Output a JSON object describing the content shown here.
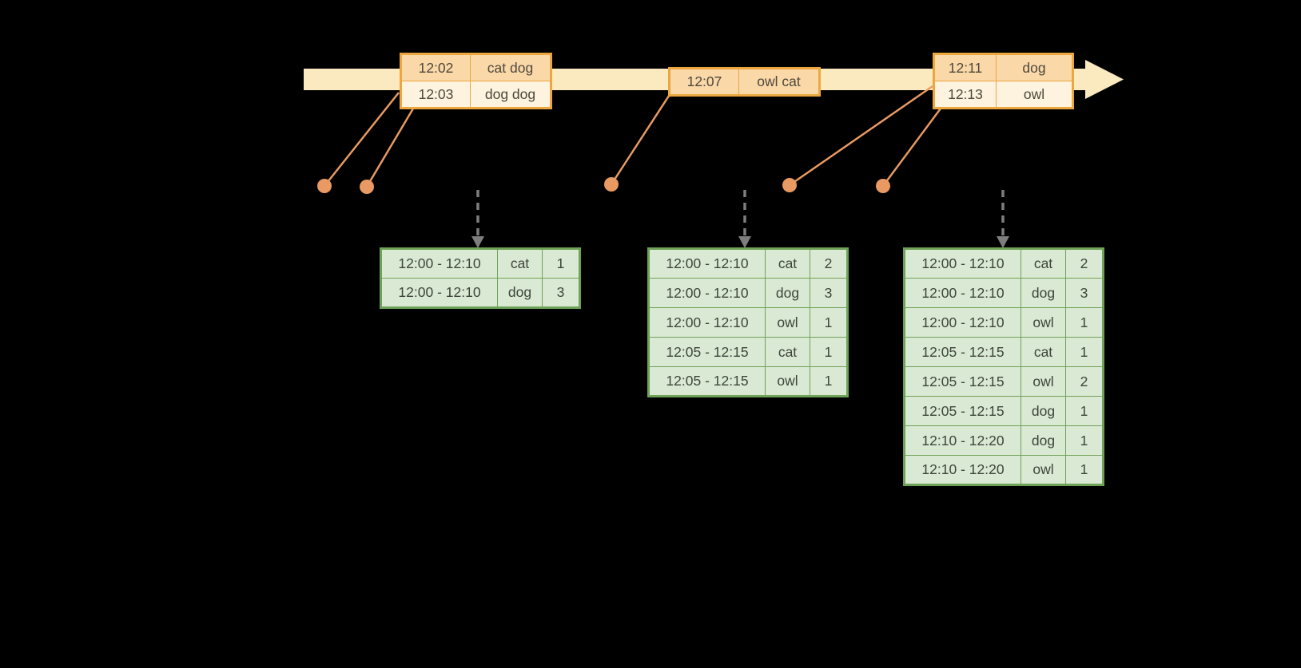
{
  "background": "#000000",
  "colors": {
    "timeline_fill": "#FBEAC0",
    "event_table_border": "#ECA83E",
    "event_row_dark": "#FAD8A8",
    "event_row_light": "#FDF3DF",
    "connector_line": "#E99A62",
    "dashed_arrow": "#7E7E7E",
    "result_table_border": "#6EA257",
    "result_table_fill": "#DAE9D3",
    "event_text": "#4E483C",
    "result_text": "#3E443C"
  },
  "icons": {
    "timeline_arrow": "right-arrow",
    "event_marker": "filled-circle",
    "trigger_arrow": "dashed-down-arrow"
  },
  "event_tables": [
    {
      "rows": [
        {
          "time": "12:02",
          "words": "cat dog"
        },
        {
          "time": "12:03",
          "words": "dog dog"
        }
      ]
    },
    {
      "rows": [
        {
          "time": "12:07",
          "words": "owl cat"
        }
      ]
    },
    {
      "rows": [
        {
          "time": "12:11",
          "words": "dog"
        },
        {
          "time": "12:13",
          "words": "owl"
        }
      ]
    }
  ],
  "result_tables": [
    {
      "rows": [
        {
          "window": "12:00 - 12:10",
          "word": "cat",
          "count": "1"
        },
        {
          "window": "12:00 - 12:10",
          "word": "dog",
          "count": "3"
        }
      ]
    },
    {
      "rows": [
        {
          "window": "12:00 - 12:10",
          "word": "cat",
          "count": "2"
        },
        {
          "window": "12:00 - 12:10",
          "word": "dog",
          "count": "3"
        },
        {
          "window": "12:00 - 12:10",
          "word": "owl",
          "count": "1"
        },
        {
          "window": "12:05 - 12:15",
          "word": "cat",
          "count": "1"
        },
        {
          "window": "12:05 - 12:15",
          "word": "owl",
          "count": "1"
        }
      ]
    },
    {
      "rows": [
        {
          "window": "12:00 - 12:10",
          "word": "cat",
          "count": "2"
        },
        {
          "window": "12:00 - 12:10",
          "word": "dog",
          "count": "3"
        },
        {
          "window": "12:00 - 12:10",
          "word": "owl",
          "count": "1"
        },
        {
          "window": "12:05 - 12:15",
          "word": "cat",
          "count": "1"
        },
        {
          "window": "12:05 - 12:15",
          "word": "owl",
          "count": "2"
        },
        {
          "window": "12:05 - 12:15",
          "word": "dog",
          "count": "1"
        },
        {
          "window": "12:10 - 12:20",
          "word": "dog",
          "count": "1"
        },
        {
          "window": "12:10 - 12:20",
          "word": "owl",
          "count": "1"
        }
      ]
    }
  ]
}
